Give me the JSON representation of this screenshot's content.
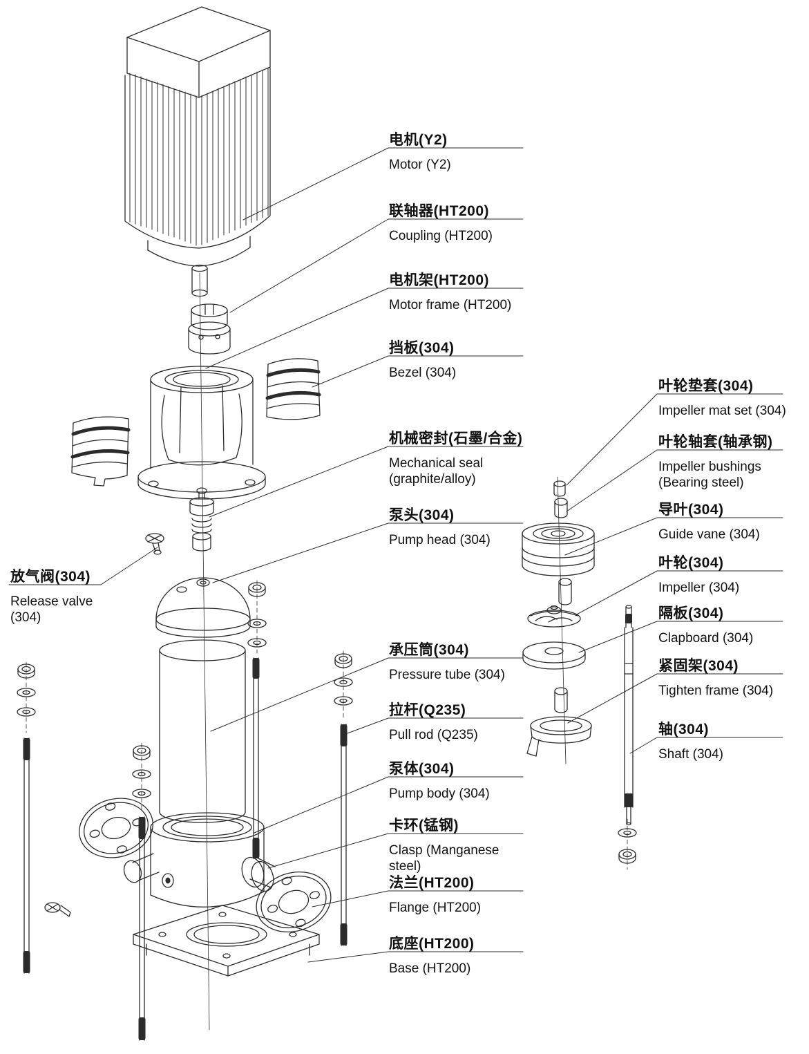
{
  "diagram": {
    "subject": "Vertical multistage centrifugal pump - exploded parts view",
    "background": "#ffffff",
    "line_color": "#2b2b2b",
    "text_color": "#111111"
  },
  "labels": {
    "motor": {
      "zh": "电机(Y2)",
      "en": "Motor (Y2)"
    },
    "coupling": {
      "zh": "联轴器(HT200)",
      "en": "Coupling (HT200)"
    },
    "motor_frame": {
      "zh": "电机架(HT200)",
      "en": "Motor frame (HT200)"
    },
    "bezel": {
      "zh": "挡板(304)",
      "en": "Bezel (304)"
    },
    "mechanical_seal": {
      "zh": "机械密封(石墨/合金)",
      "en": "Mechanical seal (graphite/alloy)"
    },
    "pump_head": {
      "zh": "泵头(304)",
      "en": "Pump head (304)"
    },
    "release_valve": {
      "zh": "放气阀(304)",
      "en": "Release valve (304)"
    },
    "pressure_tube": {
      "zh": "承压筒(304)",
      "en": "Pressure tube (304)"
    },
    "pull_rod": {
      "zh": "拉杆(Q235)",
      "en": "Pull rod (Q235)"
    },
    "pump_body": {
      "zh": "泵体(304)",
      "en": "Pump body (304)"
    },
    "clasp": {
      "zh": "卡环(锰钢)",
      "en": "Clasp (Manganese steel)"
    },
    "flange": {
      "zh": "法兰(HT200)",
      "en": "Flange (HT200)"
    },
    "base": {
      "zh": "底座(HT200)",
      "en": "Base (HT200)"
    },
    "impeller_mat_set": {
      "zh": "叶轮垫套(304)",
      "en": "Impeller mat set (304)"
    },
    "impeller_bushings": {
      "zh": "叶轮轴套(轴承钢)",
      "en": "Impeller bushings (Bearing steel)"
    },
    "guide_vane": {
      "zh": "导叶(304)",
      "en": "Guide vane (304)"
    },
    "impeller": {
      "zh": "叶轮(304)",
      "en": "Impeller (304)"
    },
    "clapboard": {
      "zh": "隔板(304)",
      "en": "Clapboard (304)"
    },
    "tighten_frame": {
      "zh": "紧固架(304)",
      "en": "Tighten frame (304)"
    },
    "shaft": {
      "zh": "轴(304)",
      "en": "Shaft (304)"
    }
  }
}
